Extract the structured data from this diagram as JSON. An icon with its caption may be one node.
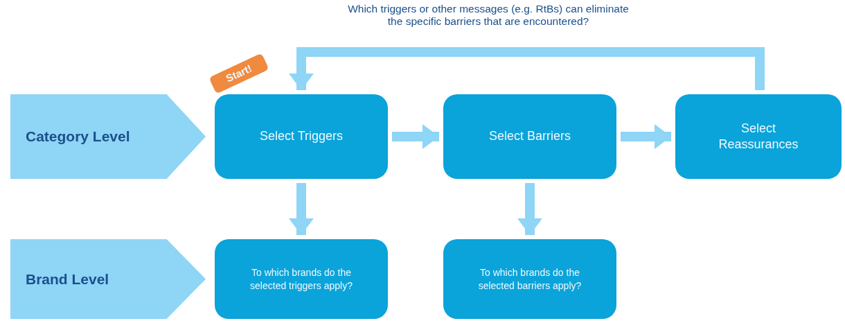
{
  "diagram": {
    "nodes": [
      {
        "text": [
          "Start!"
        ]
      },
      {
        "text": [
          "Category Level"
        ]
      },
      {
        "text": [
          "Select Triggers"
        ]
      },
      {
        "text": [
          "Select Barriers"
        ]
      },
      {
        "text": [
          "Select Reassurances"
        ]
      },
      {
        "text": [
          "Brand Level"
        ]
      },
      {
        "text": [
          "To which brands do the selected triggers apply?"
        ]
      },
      {
        "text": [
          "To which brands do the selected barriers apply?"
        ]
      }
    ],
    "edges": [
      {
        "from": 2,
        "to": 3,
        "arrow": "to"
      },
      {
        "from": 3,
        "to": 4,
        "arrow": "to"
      },
      {
        "from": 4,
        "to": 2,
        "arrow": "to",
        "label": "Which triggers or other messages (e.g. RtBs) can eliminate the specific barriers that are encountered?"
      },
      {
        "from": 2,
        "to": 6,
        "arrow": "to"
      },
      {
        "from": 3,
        "to": 7,
        "arrow": "to"
      }
    ]
  }
}
